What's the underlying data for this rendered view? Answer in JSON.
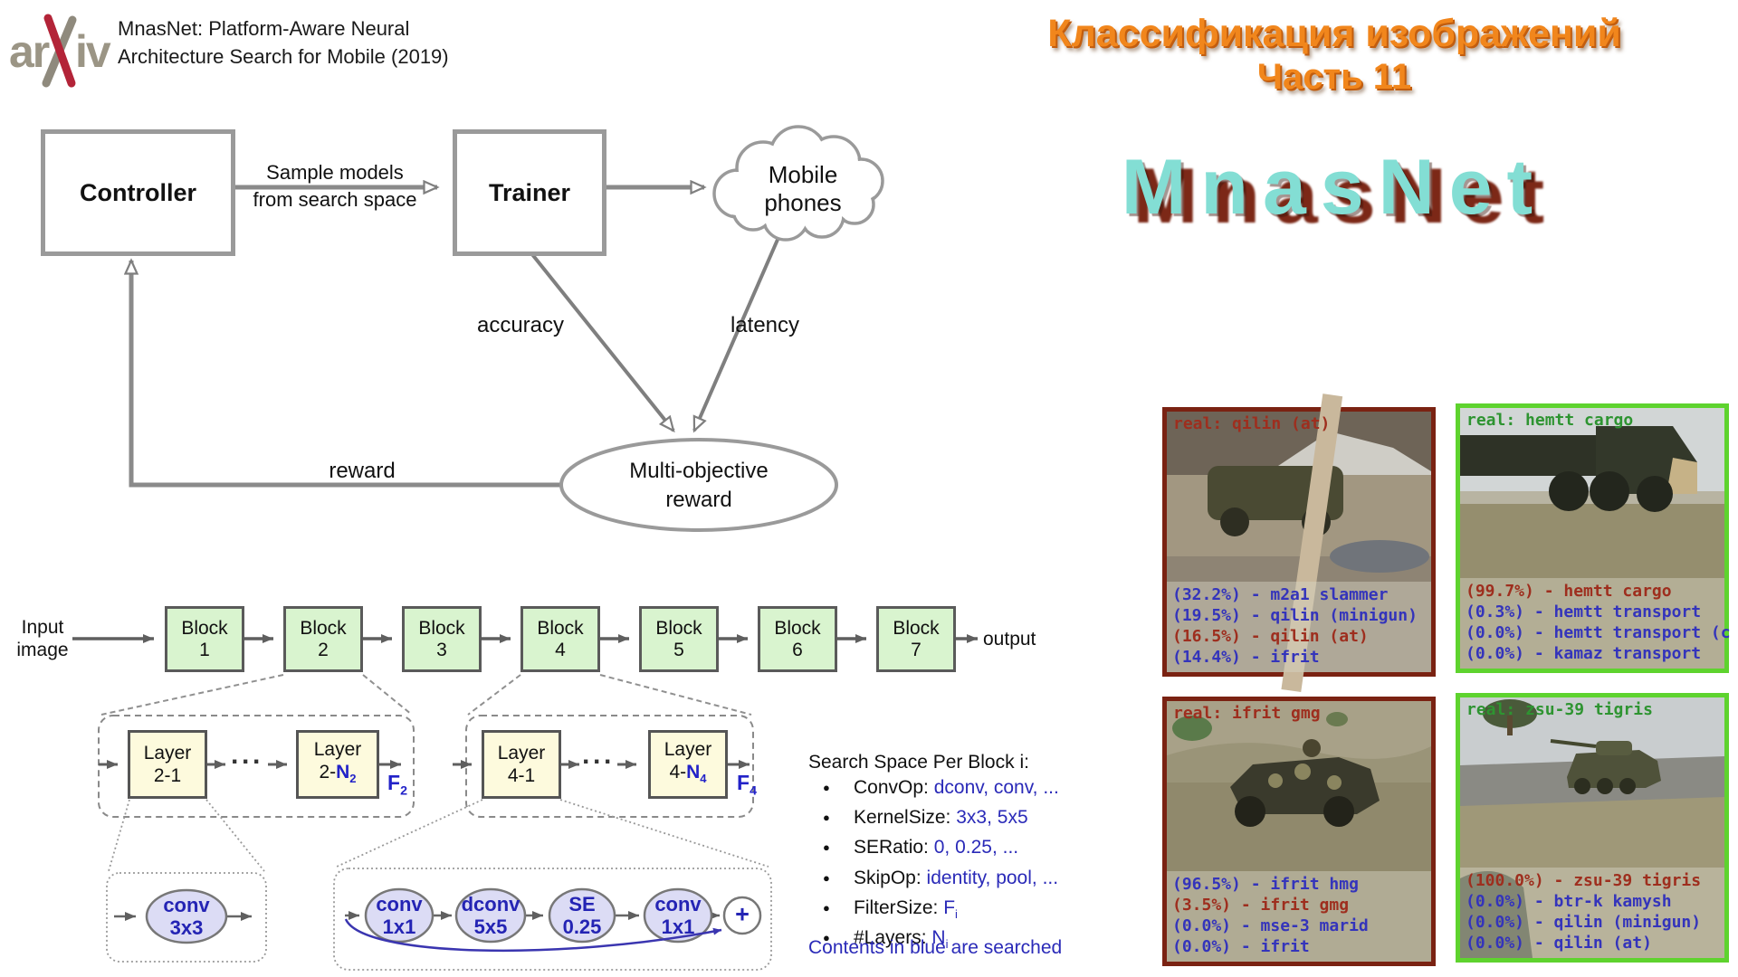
{
  "header": {
    "arxiv_left": "ar",
    "arxiv_right": "iv",
    "paper_title_line1": "MnasNet: Platform-Aware Neural",
    "paper_title_line2": "Architecture Search for Mobile  (2019)",
    "ru_title_line1": "Классификация изображений",
    "ru_title_line2": "Часть 11",
    "brand": "MnasNet",
    "colors": {
      "ru_orange": "#f1861c",
      "brand_cyan": "#83ded4",
      "brand_shadow": "#7c2817"
    }
  },
  "nas_diagram": {
    "controller": "Controller",
    "trainer": "Trainer",
    "cloud_line1": "Mobile",
    "cloud_line2": "phones",
    "sample_line1": "Sample models",
    "sample_line2": "from search space",
    "accuracy": "accuracy",
    "latency": "latency",
    "reward": "reward",
    "objective_line1": "Multi-objective",
    "objective_line2": "reward"
  },
  "backbone": {
    "input_line1": "Input",
    "input_line2": "image",
    "output": "output",
    "dots": "···",
    "blocks": [
      {
        "top": "Block",
        "bot": "1"
      },
      {
        "top": "Block",
        "bot": "2"
      },
      {
        "top": "Block",
        "bot": "3"
      },
      {
        "top": "Block",
        "bot": "4"
      },
      {
        "top": "Block",
        "bot": "5"
      },
      {
        "top": "Block",
        "bot": "6"
      },
      {
        "top": "Block",
        "bot": "7"
      }
    ]
  },
  "layers": {
    "dots": "···",
    "g2": {
      "first_top": "Layer",
      "first_bot": "2-1",
      "last_top": "Layer",
      "last_bot_pre": "2-",
      "last_bot_n": "N",
      "last_bot_sub": "2",
      "f": "F",
      "f_sub": "2"
    },
    "g4": {
      "first_top": "Layer",
      "first_bot": "4-1",
      "last_top": "Layer",
      "last_bot_pre": "4-",
      "last_bot_n": "N",
      "last_bot_sub": "4",
      "f": "F",
      "f_sub": "4"
    }
  },
  "ops": {
    "single": {
      "line1": "conv",
      "line2": "3x3"
    },
    "chain": [
      {
        "line1": "conv",
        "line2": "1x1"
      },
      {
        "line1": "dconv",
        "line2": "5x5"
      },
      {
        "line1": "SE",
        "line2": "0.25"
      },
      {
        "line1": "conv",
        "line2": "1x1"
      }
    ],
    "plus": "+"
  },
  "search_space": {
    "bullet": "●",
    "title": "Search Space Per Block i:",
    "items": [
      {
        "label": "ConvOp: ",
        "value": "dconv, conv, ...",
        "sub": ""
      },
      {
        "label": "KernelSize: ",
        "value": "3x3, 5x5",
        "sub": ""
      },
      {
        "label": "SERatio: ",
        "value": "0, 0.25, ...",
        "sub": ""
      },
      {
        "label": "SkipOp: ",
        "value": "identity, pool, ...",
        "sub": ""
      },
      {
        "label": "FilterSize: ",
        "value": "F",
        "sub": "i"
      },
      {
        "label": "#Layers: ",
        "value": "N",
        "sub": "i"
      }
    ],
    "note": "Contents in blue are searched"
  },
  "cards": [
    {
      "real": "real: qilin (at)",
      "real_color": "#9e2e1e",
      "border_color": "#7a2212",
      "preds": [
        {
          "text": "(32.2%) - m2a1 slammer",
          "color": "#3434bb"
        },
        {
          "text": "(19.5%) - qilin (minigun)",
          "color": "#3434bb"
        },
        {
          "text": "(16.5%) - qilin (at)",
          "color": "#9e2e1e"
        },
        {
          "text": "(14.4%) - ifrit",
          "color": "#3434bb"
        }
      ]
    },
    {
      "real": "real: hemtt cargo",
      "real_color": "#2e9431",
      "border_color": "#5ed32e",
      "preds": [
        {
          "text": "(99.7%) - hemtt cargo",
          "color": "#9e2e1e"
        },
        {
          "text": "(0.3%) - hemtt transport",
          "color": "#3434bb"
        },
        {
          "text": "(0.0%) - hemtt transport (c",
          "color": "#3434bb"
        },
        {
          "text": "(0.0%) - kamaz transport",
          "color": "#3434bb"
        }
      ]
    },
    {
      "real": "real: ifrit gmg",
      "real_color": "#9e2e1e",
      "border_color": "#7a2212",
      "preds": [
        {
          "text": "(96.5%) - ifrit hmg",
          "color": "#3434bb"
        },
        {
          "text": "(3.5%) - ifrit gmg",
          "color": "#9e2e1e"
        },
        {
          "text": "(0.0%) - mse-3 marid",
          "color": "#3434bb"
        },
        {
          "text": "(0.0%) - ifrit",
          "color": "#3434bb"
        }
      ]
    },
    {
      "real": "real: zsu-39 tigris",
      "real_color": "#2e9431",
      "border_color": "#5ed32e",
      "preds": [
        {
          "text": "(100.0%) - zsu-39 tigris",
          "color": "#9e2e1e"
        },
        {
          "text": "(0.0%) - btr-k kamysh",
          "color": "#3434bb"
        },
        {
          "text": "(0.0%) - qilin (minigun)",
          "color": "#3434bb"
        },
        {
          "text": "(0.0%) - qilin (at)",
          "color": "#3434bb"
        }
      ]
    }
  ]
}
